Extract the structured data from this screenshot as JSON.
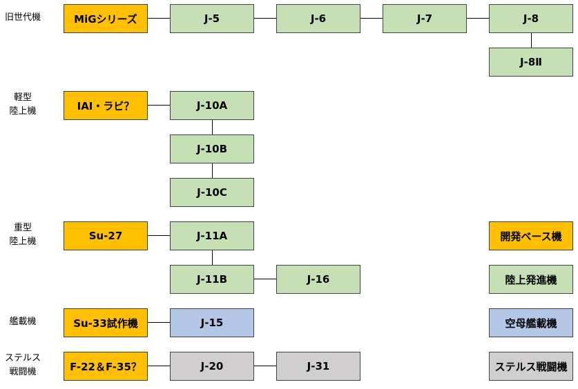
{
  "colors": {
    "base": "#ffc000",
    "land": "#c5e0b4",
    "carrier": "#b4c7e7",
    "stealth": "#d0cece"
  },
  "row_labels": {
    "old": "旧世代機",
    "light": "軽型\n陸上機",
    "heavy": "重型\n陸上機",
    "carrier": "艦載機",
    "stealth": "ステルス\n戦闘機"
  },
  "nodes": {
    "mig": "MiGシリーズ",
    "j5": "J-5",
    "j6": "J-6",
    "j7": "J-7",
    "j8": "J-8",
    "j8ii": "J-8Ⅱ",
    "lavi": "IAI・ラビ？",
    "j10a": "J-10A",
    "j10b": "J-10B",
    "j10c": "J-10C",
    "su27": "Su-27",
    "j11a": "J-11A",
    "j11b": "J-11B",
    "j16": "J-16",
    "su33": "Su-33試作機",
    "j15": "J-15",
    "f22f35": "F-22＆F-35？",
    "j20": "J-20",
    "j31": "J-31"
  },
  "legend": {
    "base": "開発ベース機",
    "land": "陸上発進機",
    "carrier": "空母艦載機",
    "stealth": "ステルス戦闘機"
  }
}
